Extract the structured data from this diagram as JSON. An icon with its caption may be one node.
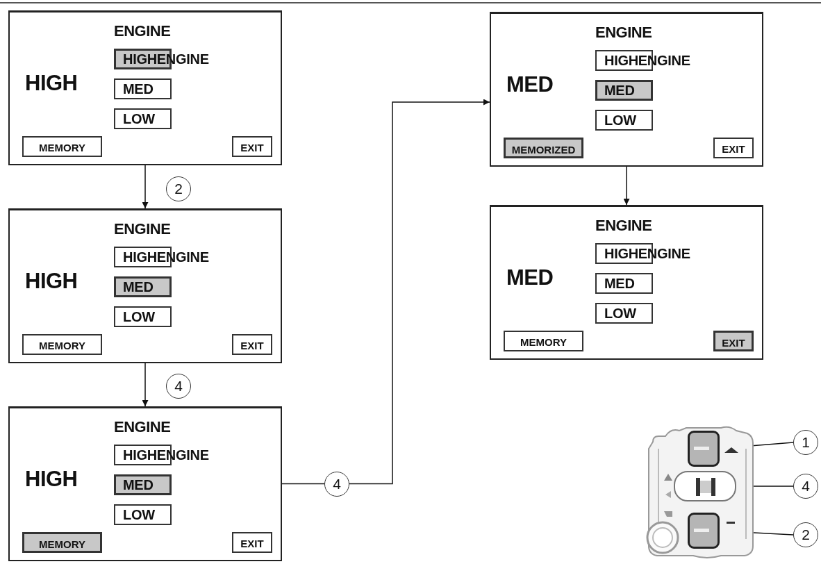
{
  "diagram": {
    "nodes": [
      {
        "text": [
          "ENGINE",
          "HIGH"
        ]
      },
      {
        "text": [
          "HIGHENGINE"
        ],
        "in": 0
      },
      {
        "text": [
          "MED"
        ],
        "in": 0
      },
      {
        "text": [
          "LOW"
        ],
        "in": 0
      },
      {
        "text": [
          "MEMORY"
        ],
        "in": 0
      },
      {
        "text": [
          "EXIT"
        ],
        "in": 0
      },
      {
        "text": [
          "ENGINE",
          "HIGH"
        ]
      },
      {
        "text": [
          "HIGHENGINE"
        ],
        "in": 6
      },
      {
        "text": [
          "MED"
        ],
        "in": 6
      },
      {
        "text": [
          "LOW"
        ],
        "in": 6
      },
      {
        "text": [
          "MEMORY"
        ],
        "in": 6
      },
      {
        "text": [
          "EXIT"
        ],
        "in": 6
      },
      {
        "text": [
          "ENGINE",
          "HIGH"
        ]
      },
      {
        "text": [
          "HIGHENGINE"
        ],
        "in": 12
      },
      {
        "text": [
          "MED"
        ],
        "in": 12
      },
      {
        "text": [
          "LOW"
        ],
        "in": 12
      },
      {
        "text": [
          "MEMORY"
        ],
        "in": 12
      },
      {
        "text": [
          "EXIT"
        ],
        "in": 12
      },
      {
        "text": [
          "ENGINE",
          "MED"
        ]
      },
      {
        "text": [
          "HIGHENGINE"
        ],
        "in": 18
      },
      {
        "text": [
          "MED"
        ],
        "in": 18
      },
      {
        "text": [
          "LOW"
        ],
        "in": 18
      },
      {
        "text": [
          "MEMORIZED"
        ],
        "in": 18
      },
      {
        "text": [
          "EXIT"
        ],
        "in": 18
      },
      {
        "text": [
          "ENGINE",
          "MED"
        ]
      },
      {
        "text": [
          "HIGHENGINE"
        ],
        "in": 24
      },
      {
        "text": [
          "MED"
        ],
        "in": 24
      },
      {
        "text": [
          "LOW"
        ],
        "in": 24
      },
      {
        "text": [
          "MEMORY"
        ],
        "in": 24
      },
      {
        "text": [
          "EXIT"
        ],
        "in": 24
      },
      {
        "text": [],
        "shape": "picture"
      },
      {
        "text": [],
        "shape": "box",
        "in": 30
      },
      {
        "text": [],
        "shape": "box",
        "in": 30
      },
      {
        "text": [],
        "shape": "box",
        "in": 30
      },
      {
        "text": [
          "1"
        ]
      },
      {
        "text": [
          "4"
        ]
      },
      {
        "text": [
          "2"
        ]
      },
      {
        "text": [
          "2"
        ]
      },
      {
        "text": [
          "4"
        ]
      },
      {
        "text": [
          "4"
        ]
      }
    ],
    "edges": [
      {
        "from": 0,
        "to": 6,
        "arrow": "to"
      },
      {
        "from": 6,
        "to": 12,
        "arrow": "to"
      },
      {
        "from": 12,
        "to": 39,
        "arrow": "none"
      },
      {
        "from": 39,
        "to": 18,
        "arrow": "to"
      },
      {
        "from": 18,
        "to": 24,
        "arrow": "to"
      },
      {
        "from": 34,
        "to": 31,
        "arrow": "none"
      },
      {
        "from": 35,
        "to": 32,
        "arrow": "none"
      },
      {
        "from": 36,
        "to": 33,
        "arrow": "none"
      }
    ]
  }
}
